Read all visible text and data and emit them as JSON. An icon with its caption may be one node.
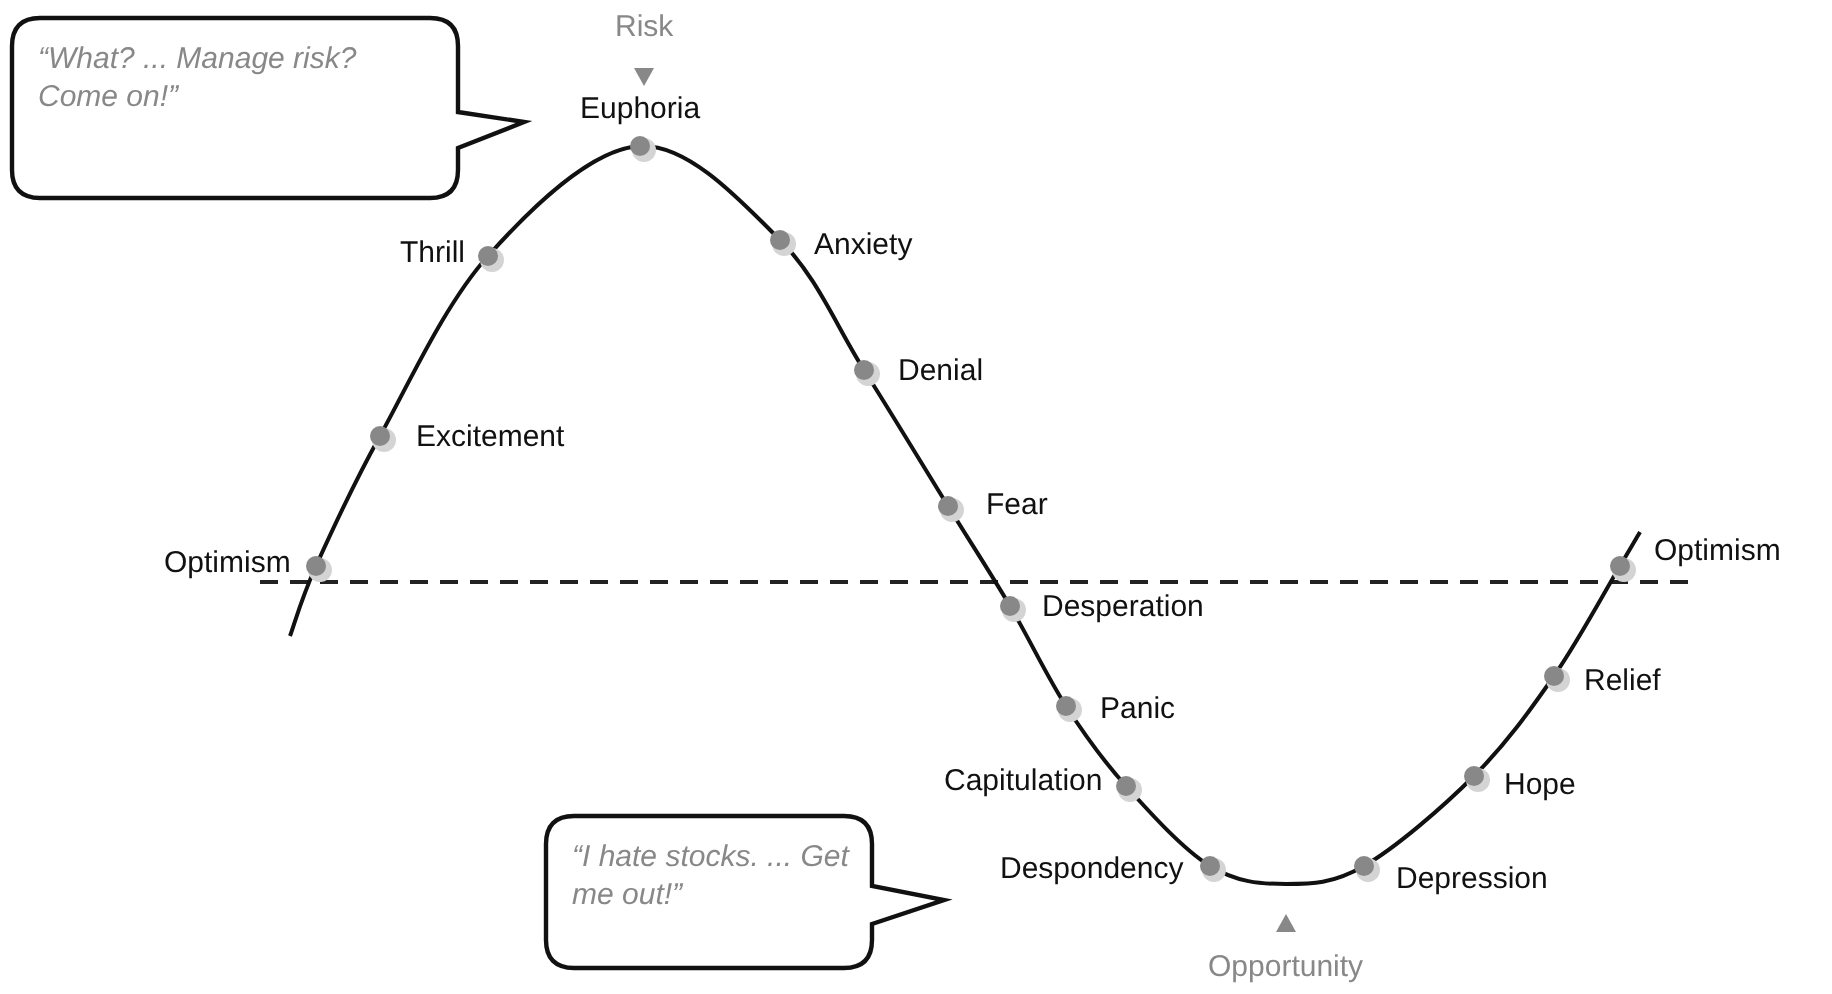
{
  "diagram": {
    "nodes": [
      {
        "text": [
          "“What? ... Manage risk? Come on!”"
        ]
      },
      {
        "text": [
          "“I hate stocks. ... Get me out!”"
        ]
      }
    ],
    "labels": [
      "Risk",
      "Euphoria",
      "Thrill",
      "Anxiety",
      "Excitement",
      "Denial",
      "Fear",
      "Optimism",
      "Optimism",
      "Desperation",
      "Relief",
      "Panic",
      "Capitulation",
      "Hope",
      "Despondency",
      "Depression",
      "Opportunity"
    ]
  }
}
